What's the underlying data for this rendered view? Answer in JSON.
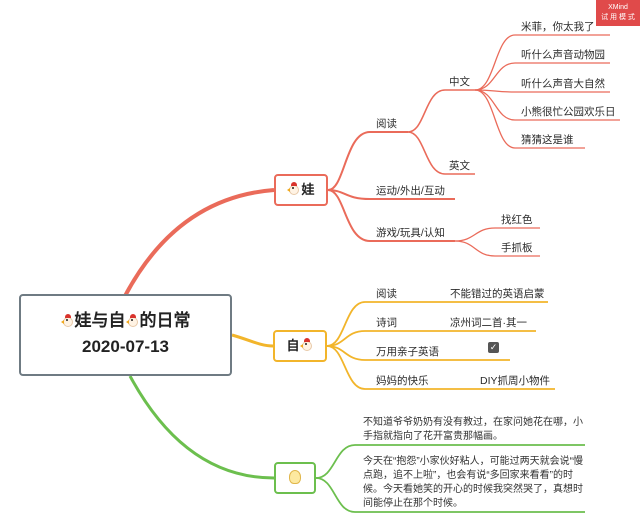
{
  "badge": {
    "brand": "XMind",
    "mode": "试 用 模 式"
  },
  "root": {
    "title": "娃与自",
    "title_tail": "的日常",
    "date": "2020-07-13"
  },
  "branches": {
    "wa": {
      "label": "娃",
      "reading": "阅读",
      "chinese": "中文",
      "chinese_items": [
        "米菲，你太我了",
        "听什么声音动物园",
        "听什么声音大自然",
        "小熊很忙公园欢乐日",
        "猜猜这是谁"
      ],
      "english": "英文",
      "sports": "运动/外出/互动",
      "games": "游戏/玩具/认知",
      "games_items": [
        "找红色",
        "手抓板"
      ]
    },
    "zi": {
      "label": "自",
      "rows": [
        {
          "topic": "阅读",
          "detail": "不能错过的英语启蒙"
        },
        {
          "topic": "诗词",
          "detail": "凉州词二首·其一"
        },
        {
          "topic": "万用亲子英语",
          "detail": ""
        },
        {
          "topic": "妈妈的快乐",
          "detail": "DIY抓周小物件"
        }
      ]
    },
    "idea": {
      "icon": "lightbulb-icon",
      "notes": [
        "不知道爷爷奶奶有没有教过，在家问她花在哪，小手指就指向了花开富贵那幅画。",
        "今天在“抱怨”小家伙好粘人，可能过两天就会说“慢点跑，追不上啦”，也会有说“多回家来看看”的时候。今天看她笑的开心的时候我突然哭了，真想时间能停止在那个时候。"
      ]
    }
  },
  "colors": {
    "wa": "#ea6b5a",
    "zi": "#f2b52b",
    "idea": "#6cbf4e",
    "root_border": "#6f7b83"
  }
}
